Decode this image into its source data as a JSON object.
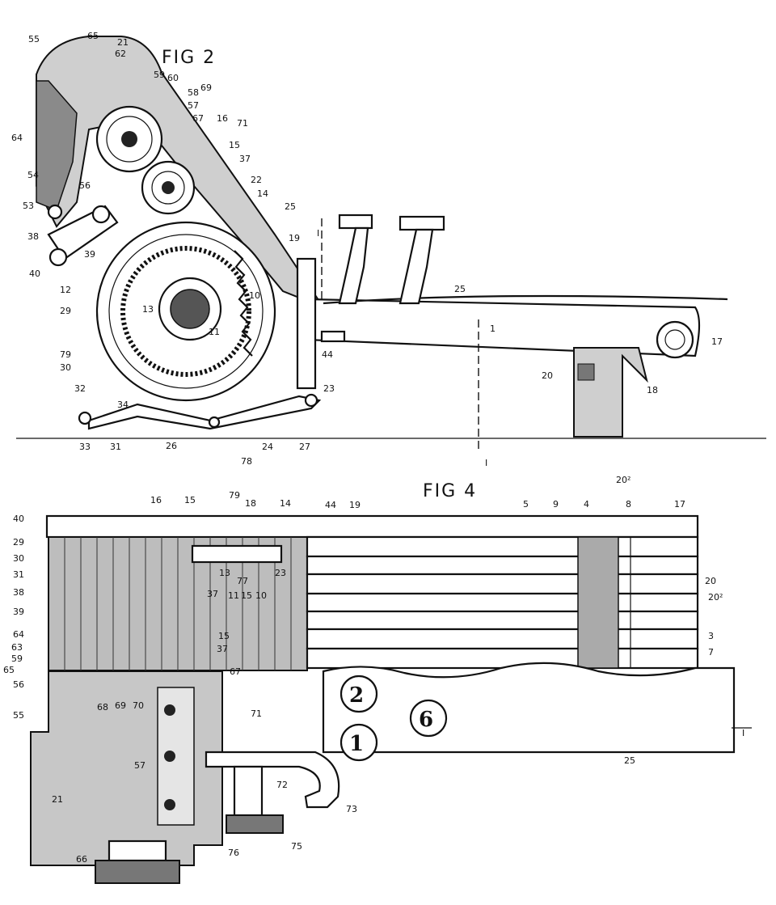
{
  "figures": [
    {
      "title": "FIG 2",
      "labels": [
        "55",
        "65",
        "21",
        "62",
        "59",
        "60",
        "69",
        "58",
        "57",
        "67",
        "16",
        "71",
        "15",
        "37",
        "64",
        "54",
        "56",
        "22",
        "14",
        "25",
        "53",
        "38",
        "40",
        "39",
        "19",
        "12",
        "13",
        "10",
        "29",
        "11",
        "79",
        "30",
        "32",
        "44",
        "23",
        "20",
        "17",
        "18",
        "34",
        "33",
        "31",
        "26",
        "78",
        "24",
        "27",
        "1",
        "25"
      ],
      "section_mark": "I"
    },
    {
      "title": "FIG 4",
      "labels": [
        "40",
        "29",
        "30",
        "31",
        "38",
        "39",
        "64",
        "63",
        "59",
        "65",
        "56",
        "55",
        "16",
        "15",
        "79",
        "18",
        "14",
        "44",
        "19",
        "5",
        "9",
        "4",
        "20²",
        "8",
        "17",
        "13",
        "77",
        "37",
        "11",
        "15",
        "10",
        "23",
        "15",
        "37",
        "67",
        "68",
        "69",
        "70",
        "71",
        "57",
        "21",
        "72",
        "73",
        "66",
        "75",
        "76",
        "25",
        "20",
        "20²",
        "3",
        "7"
      ],
      "circled_keys": [
        "2",
        "1",
        "6"
      ],
      "section_mark": "I"
    }
  ]
}
